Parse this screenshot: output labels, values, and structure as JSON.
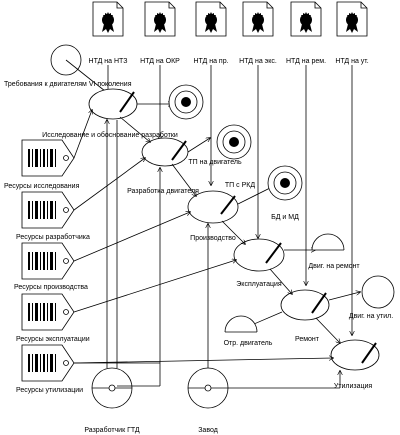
{
  "documents": [
    {
      "id": "doc-ntz",
      "label": "НТД на НТЗ"
    },
    {
      "id": "doc-okr",
      "label": "НТД на ОКР"
    },
    {
      "id": "doc-pr",
      "label": "НТД на пр."
    },
    {
      "id": "doc-eks",
      "label": "НТД на экс."
    },
    {
      "id": "doc-rem",
      "label": "НТД на рем."
    },
    {
      "id": "doc-ut",
      "label": "НТД на ут."
    }
  ],
  "processes": {
    "requirements": "Требования к двигателям VI поколения",
    "research": "Исследование и обоснование разработки",
    "development": "Разработка двигателя",
    "production": "Производство",
    "exploitation": "Эксплуатация",
    "repair": "Ремонт",
    "utilization": "Утилизация"
  },
  "targets": {
    "tp_engine": "ТП на двигатель",
    "tp_rkd": "ТП с РКД",
    "bd_md": "БД и МД"
  },
  "outputs": {
    "engine_repair": "Двиг. на ремонт",
    "engine_util": "Двиг. на утил.",
    "rejected": "Отр. двигатель"
  },
  "resources": {
    "research": "Ресурсы исследования",
    "development": "Ресурсы разработчика",
    "production": "Ресурсы производства",
    "exploitation": "Ресурсы эксплуатации",
    "utilization": "Ресурсы утилизации"
  },
  "actors": {
    "developer": "Разработчик ГТД",
    "plant": "Завод"
  }
}
